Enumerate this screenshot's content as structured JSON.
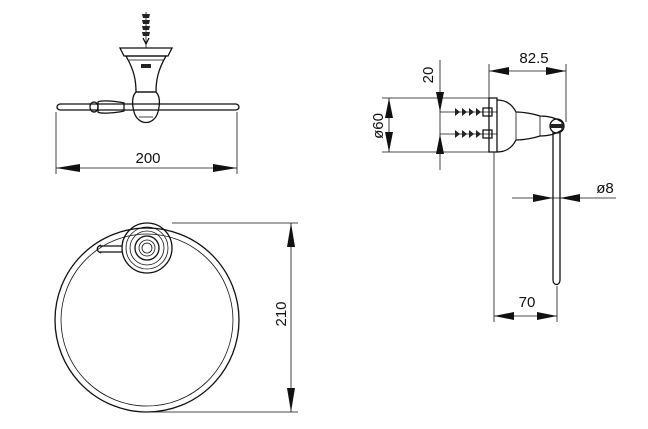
{
  "dimensions": {
    "bar_width": "200",
    "ring_height": "210",
    "screw_offset": "20",
    "projection": "82.5",
    "base_diameter": "ø60",
    "rod_diameter": "ø8",
    "ring_depth": "70"
  }
}
